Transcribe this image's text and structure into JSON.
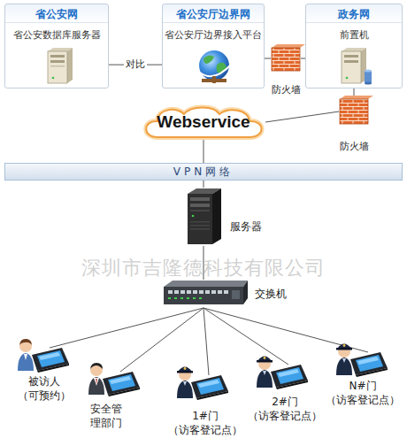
{
  "diagram": {
    "nodes": [
      {
        "text": [
          "省公安网",
          "省公安数据库服务器"
        ]
      },
      {
        "text": [
          "省公安厅边界网",
          "省公安厅边界接入平台"
        ]
      },
      {
        "text": [
          "政务网",
          "前置机"
        ]
      },
      {
        "text": [
          "防火墙"
        ]
      },
      {
        "text": [
          "防火墙"
        ]
      },
      {
        "text": [
          "Webservice"
        ]
      },
      {
        "text": [
          "VPN网络"
        ]
      },
      {
        "text": [
          "服务器"
        ]
      },
      {
        "text": [
          "交换机"
        ]
      },
      {
        "text": [
          "被访人 （可预约）"
        ]
      },
      {
        "text": [
          "安全管 理部门"
        ]
      },
      {
        "text": [
          "1#门 （访客登记点）"
        ]
      },
      {
        "text": [
          "2#门 （访客登记点）"
        ]
      },
      {
        "text": [
          "N#门 （访客登记点）"
        ]
      }
    ],
    "edges": [
      {
        "from": 0,
        "to": 1,
        "label": "对比",
        "arrow": "none"
      },
      {
        "from": 1,
        "to": 3,
        "arrow": "none"
      },
      {
        "from": 3,
        "to": 2,
        "arrow": "none"
      },
      {
        "from": 2,
        "to": 4,
        "arrow": "none"
      },
      {
        "from": 4,
        "to": 5,
        "arrow": "none"
      },
      {
        "from": 5,
        "to": 6,
        "arrow": "none"
      },
      {
        "from": 6,
        "to": 7,
        "arrow": "none"
      },
      {
        "from": 7,
        "to": 8,
        "arrow": "none"
      },
      {
        "from": 8,
        "to": 9,
        "arrow": "none"
      },
      {
        "from": 8,
        "to": 10,
        "arrow": "none"
      },
      {
        "from": 8,
        "to": 11,
        "arrow": "none"
      },
      {
        "from": 8,
        "to": 12,
        "arrow": "none"
      },
      {
        "from": 8,
        "to": 13,
        "arrow": "none"
      }
    ],
    "labels": [
      "深圳市吉隆德科技有限公司"
    ]
  }
}
